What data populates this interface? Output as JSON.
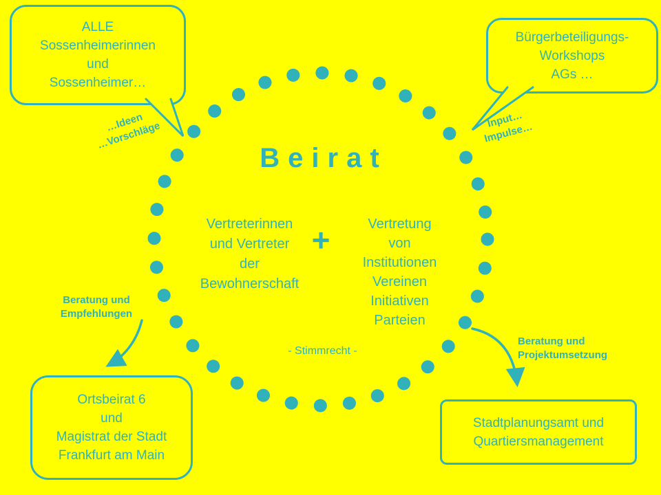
{
  "diagram": {
    "title": "Beirat",
    "colors": {
      "background": "#FFFF00",
      "accent": "#31B2BB"
    },
    "circle": {
      "left_group": "Vertreterinnen\nund Vertreter\nder\nBewohnerschaft",
      "plus": "+",
      "right_group": "Vertretung\nvon\nInstitutionen\nVereinen\nInitiativen\nParteien",
      "voting_note": "- Stimmrecht -"
    },
    "bubbles": {
      "top_left": "ALLE\nSossenheimerinnen\nund\nSossenheimer…",
      "top_right": "Bürgerbeteiligungs-\nWorkshops\nAGs …",
      "bottom_left": "Ortsbeirat 6\nund\nMagistrat der Stadt\nFrankfurt am Main",
      "bottom_right": "Stadtplanungsamt und\nQuartiersmanagement"
    },
    "labels": {
      "ideas": "…Ideen\n…Vorschläge",
      "input": "Input…\nImpulse…",
      "advice_left": "Beratung und\nEmpfehlungen",
      "advice_right": "Beratung und\nProjektumsetzung"
    }
  }
}
